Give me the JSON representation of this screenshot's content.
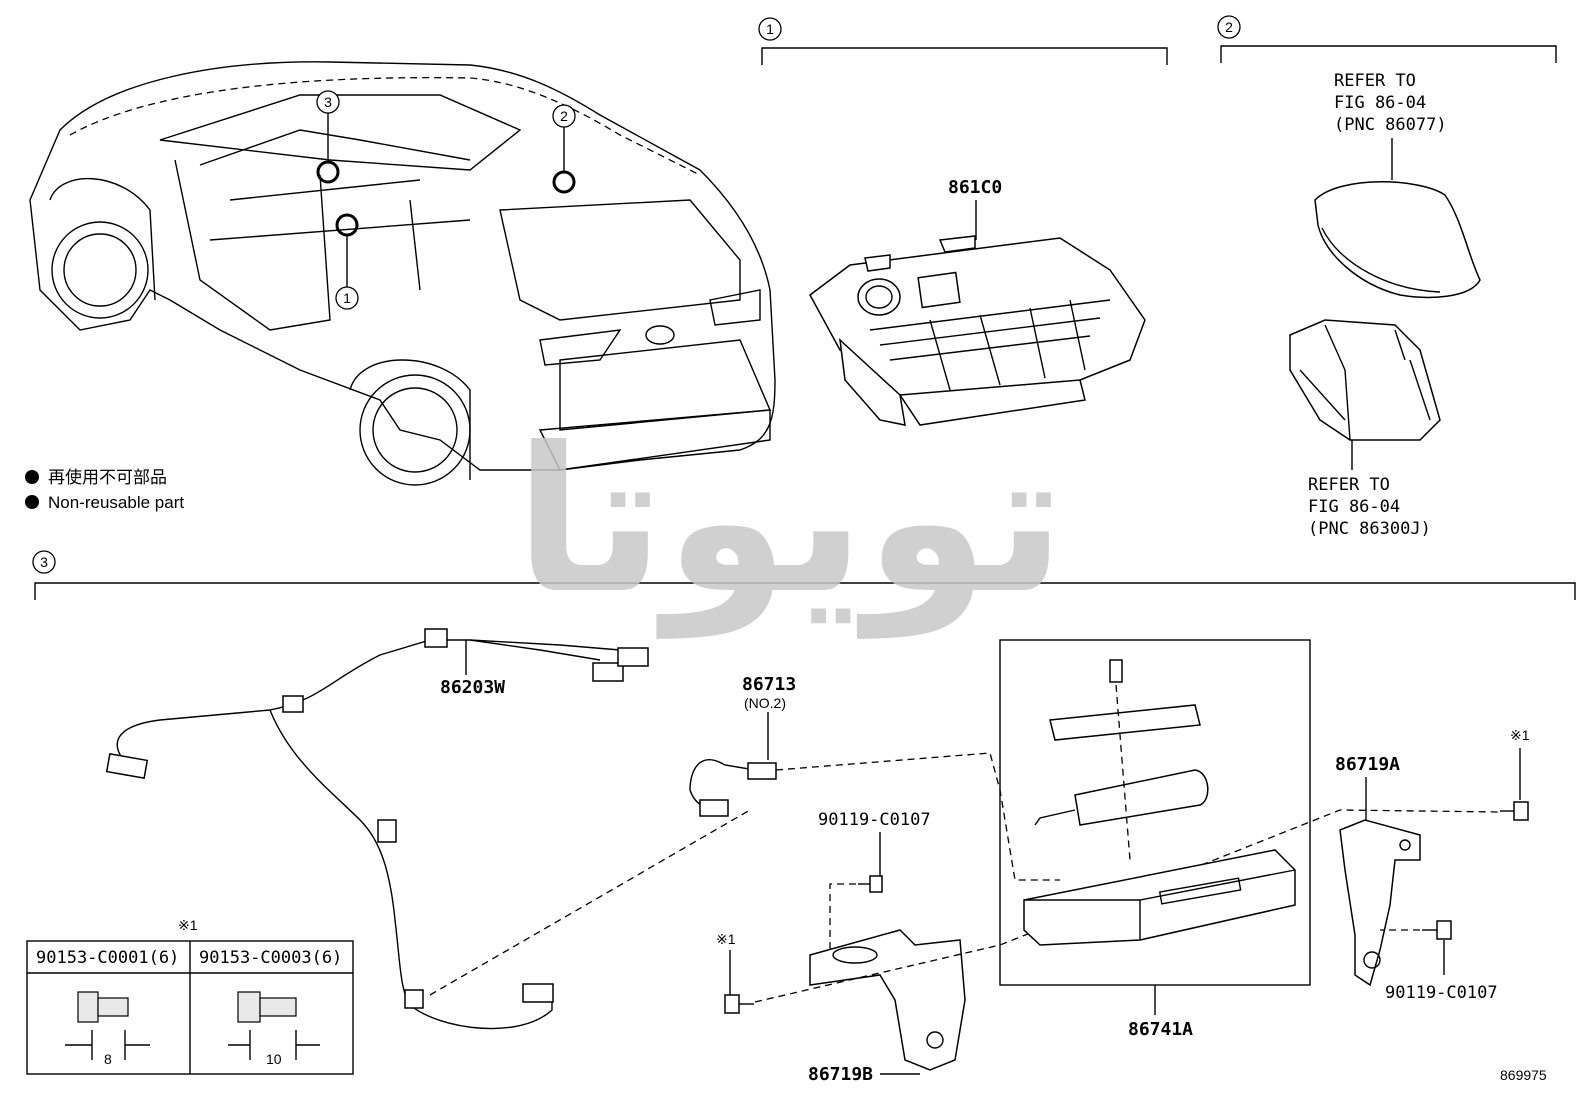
{
  "callouts": {
    "one": "1",
    "two": "2",
    "three": "3"
  },
  "legend": {
    "jp": "再使用不可部品",
    "en": "Non-reusable part"
  },
  "parts": {
    "p861C0": "861C0",
    "p86203W": "86203W",
    "p86713": "86713",
    "p86713_sub": "(NO.2)",
    "p90119_top": "90119-C0107",
    "p90119_right": "90119-C0107",
    "p86719A": "86719A",
    "p86719B": "86719B",
    "p86741A": "86741A"
  },
  "refers": {
    "r1": {
      "l1": "REFER TO",
      "l2": "FIG 86-04",
      "l3": "(PNC 86077)"
    },
    "r2": {
      "l1": "REFER TO",
      "l2": "FIG 86-04",
      "l3": "(PNC 86300J)"
    }
  },
  "notes": {
    "mark_left": "※1",
    "mark_table": "※1",
    "mark_right": "※1"
  },
  "bolt_table": {
    "col1": "90153-C0001(6)",
    "col2": "90153-C0003(6)",
    "dim1": "8",
    "dim2": "10"
  },
  "watermark": "تویوتا",
  "figure_number": "869975",
  "colors": {
    "line": "#000000",
    "watermark": "#c8c8c8",
    "background": "#ffffff"
  }
}
